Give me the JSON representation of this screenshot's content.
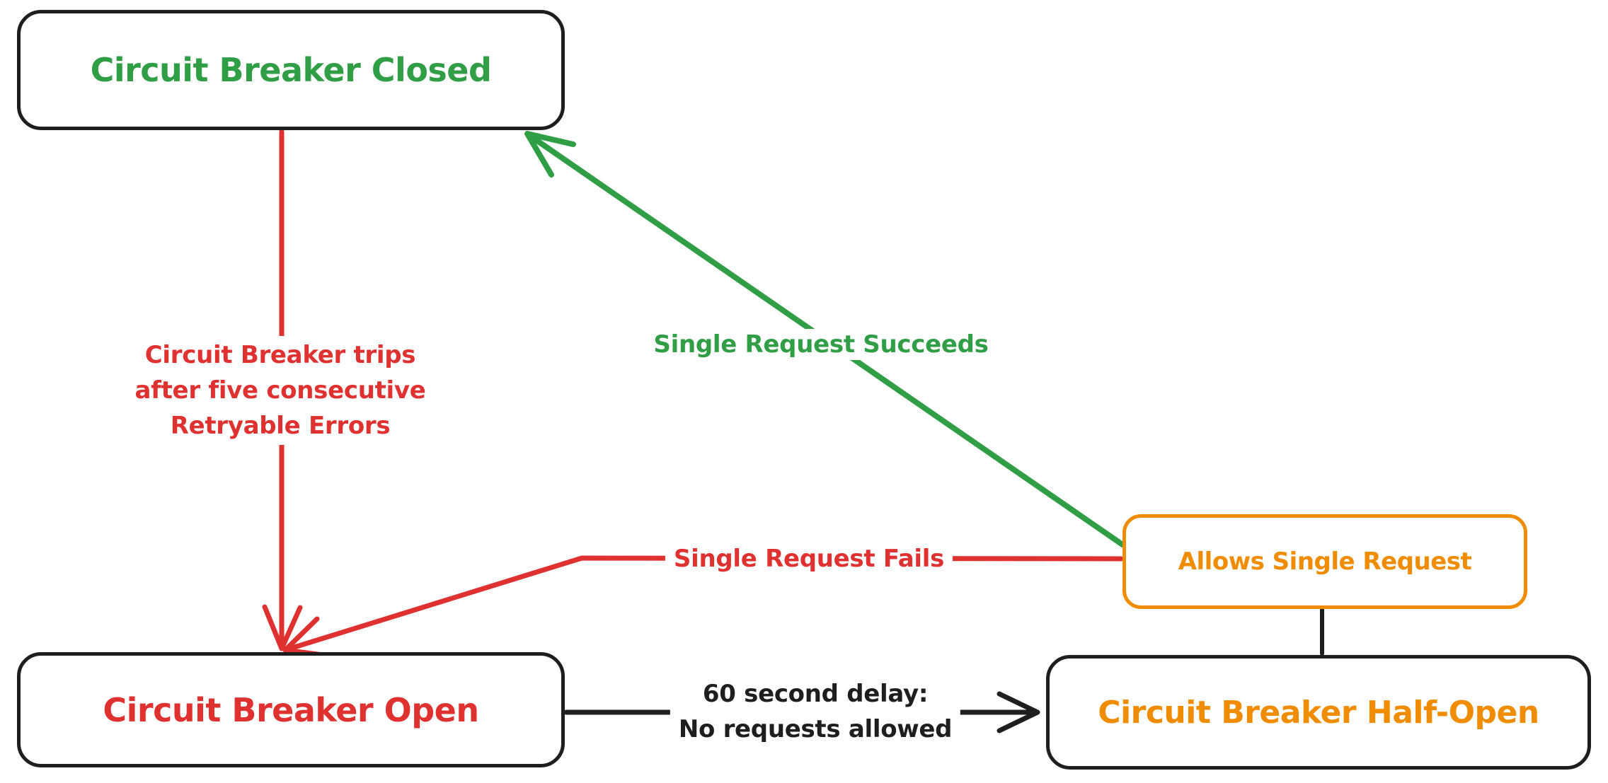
{
  "diagram": {
    "nodes": {
      "closed": {
        "label": "Circuit Breaker Closed",
        "text_color": "#2f9e44",
        "border_color": "#1e1e1e"
      },
      "open": {
        "label": "Circuit Breaker Open",
        "text_color": "#e03131",
        "border_color": "#1e1e1e"
      },
      "half_open": {
        "label": "Circuit Breaker Half-Open",
        "text_color": "#f08c00",
        "border_color": "#1e1e1e"
      },
      "allows_single_request": {
        "label": "Allows Single Request",
        "text_color": "#f08c00",
        "border_color": "#f08c00"
      }
    },
    "edges": {
      "trip": {
        "from": "closed",
        "to": "open",
        "color": "#e03131",
        "label_lines": [
          "Circuit Breaker trips",
          "after five consecutive",
          "Retryable Errors"
        ]
      },
      "single_request_succeeds": {
        "from": "allows_single_request",
        "to": "closed",
        "color": "#2f9e44",
        "label": "Single Request Succeeds"
      },
      "single_request_fails": {
        "from": "allows_single_request",
        "to": "open",
        "color": "#e03131",
        "label": "Single Request Fails"
      },
      "delay": {
        "from": "open",
        "to": "half_open",
        "color": "#1e1e1e",
        "label_lines": [
          "60 second delay:",
          "No requests allowed"
        ]
      },
      "half_open_to_allows": {
        "from": "half_open",
        "to": "allows_single_request",
        "color": "#1e1e1e"
      }
    },
    "colors": {
      "green": "#2f9e44",
      "red": "#e03131",
      "orange": "#f08c00",
      "ink": "#1e1e1e",
      "background": "#ffffff"
    }
  }
}
